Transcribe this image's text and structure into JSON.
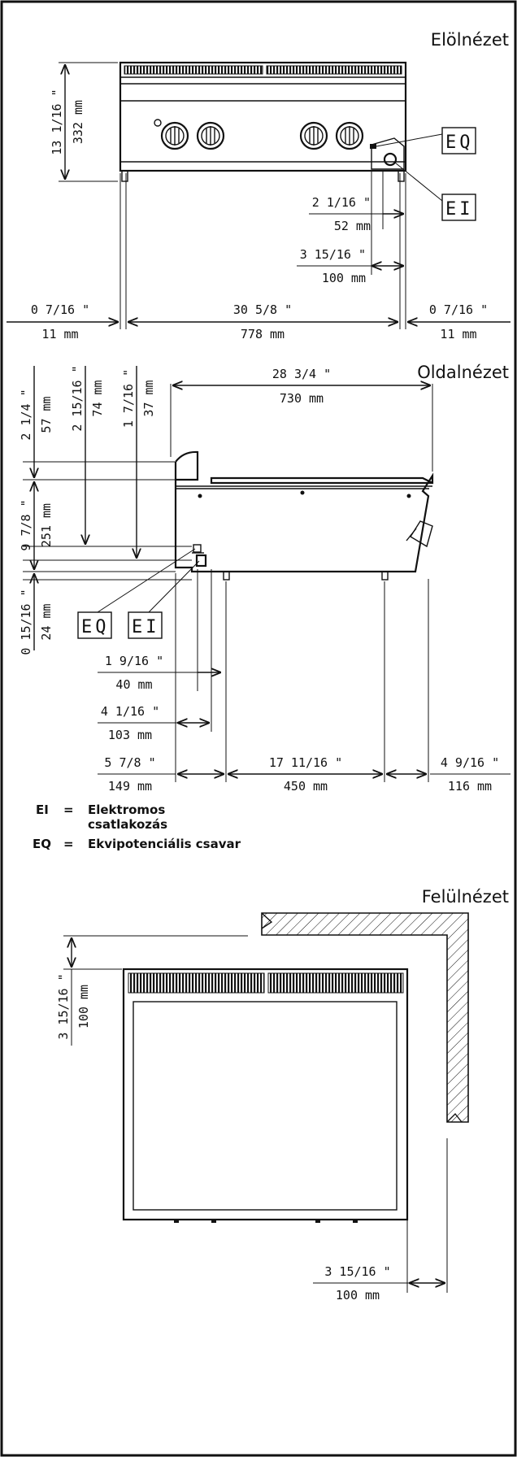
{
  "views": {
    "front": {
      "title": "Elölnézet",
      "height_in": "13 1/16 \"",
      "height_mm": "332 mm",
      "eq_offset_in": "2 1/16 \"",
      "eq_offset_mm": "52 mm",
      "ei_offset_in": "3 15/16 \"",
      "ei_offset_mm": "100 mm",
      "left_margin_in": "0 7/16 \"",
      "left_margin_mm": "11 mm",
      "width_in": "30 5/8 \"",
      "width_mm": "778 mm",
      "right_margin_in": "0 7/16 \"",
      "right_margin_mm": "11 mm",
      "eq_label": "EQ",
      "ei_label": "EI"
    },
    "side": {
      "title": "Oldalnézet",
      "v1_in": "2 1/4 \"",
      "v1_mm": "57 mm",
      "v2_in": "2 15/16 \"",
      "v2_mm": "74 mm",
      "v3_in": "1 7/16 \"",
      "v3_mm": "37 mm",
      "depth_in": "28 3/4 \"",
      "depth_mm": "730 mm",
      "body_in": "9 7/8 \"",
      "body_mm": "251 mm",
      "foot_in": "0 15/16 \"",
      "foot_mm": "24 mm",
      "eq_label": "EQ",
      "ei_label": "EI",
      "eq_dist_in": "1 9/16 \"",
      "eq_dist_mm": "40 mm",
      "ei_dist_in": "4 1/16 \"",
      "ei_dist_mm": "103 mm",
      "front_foot_in": "5 7/8 \"",
      "front_foot_mm": "149 mm",
      "feet_span_in": "17 11/16 \"",
      "feet_span_mm": "450 mm",
      "rear_in": "4 9/16 \"",
      "rear_mm": "116 mm"
    },
    "top": {
      "title": "Felülnézet",
      "wall_gap_in": "3 15/16 \"",
      "wall_gap_mm": "100 mm",
      "side_gap_in": "3 15/16 \"",
      "side_gap_mm": "100 mm"
    }
  },
  "legend": [
    {
      "code": "EI",
      "eq": "=",
      "text1": "Elektromos",
      "text2": "csatlakozás"
    },
    {
      "code": "EQ",
      "eq": "=",
      "text1": "Ekvipotenciális csavar",
      "text2": ""
    }
  ]
}
